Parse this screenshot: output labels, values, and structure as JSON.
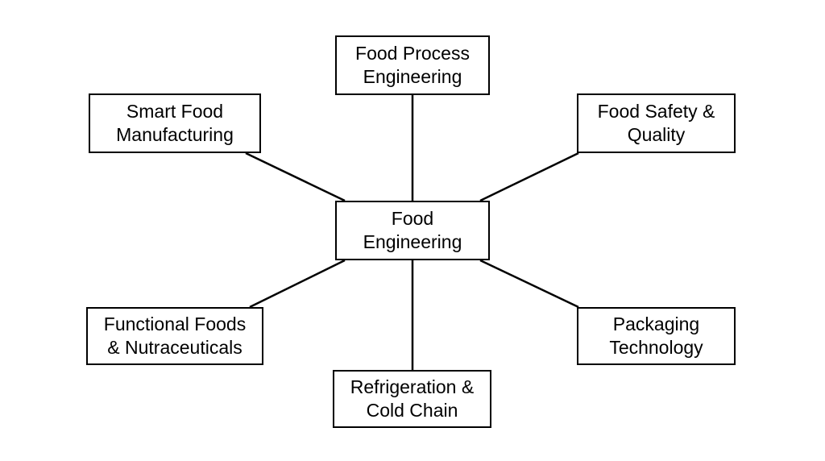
{
  "diagram": {
    "line_color": "#000000",
    "border_color": "#000000",
    "center": {
      "line1": "Food",
      "line2": "Engineering"
    },
    "nodes": {
      "food_process_engineering": {
        "line1": "Food Process",
        "line2": "Engineering"
      },
      "smart_food_manufacturing": {
        "line1": "Smart Food",
        "line2": "Manufacturing"
      },
      "food_safety_quality": {
        "line1": "Food Safety &",
        "line2": "Quality"
      },
      "functional_foods_nutraceuticals": {
        "line1": "Functional Foods",
        "line2": "& Nutraceuticals"
      },
      "packaging_technology": {
        "line1": "Packaging",
        "line2": "Technology"
      },
      "refrigeration_cold_chain": {
        "line1": "Refrigeration &",
        "line2": "Cold Chain"
      }
    },
    "edges": [
      {
        "from": "center",
        "to": "food_process_engineering"
      },
      {
        "from": "center",
        "to": "smart_food_manufacturing"
      },
      {
        "from": "center",
        "to": "food_safety_quality"
      },
      {
        "from": "center",
        "to": "functional_foods_nutraceuticals"
      },
      {
        "from": "center",
        "to": "packaging_technology"
      },
      {
        "from": "center",
        "to": "refrigeration_cold_chain"
      }
    ]
  }
}
